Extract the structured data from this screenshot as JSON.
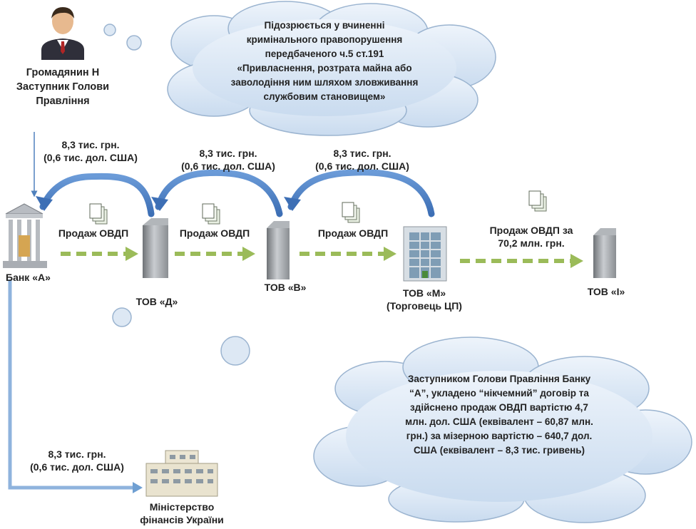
{
  "person": {
    "label_line1": "Громадянин  Н",
    "label_line2": "Заступник Голови",
    "label_line3": "Правління"
  },
  "cloud_top": {
    "line1": "Підозрюється у вчиненні",
    "line2": "кримінального правопорушення",
    "line3": "передбаченого ч.5 ст.191",
    "line4": "«Привласнення, розтрата майна або",
    "line5": "заволодіння ним шляхом зловживання",
    "line6": "службовим становищем»"
  },
  "cloud_bottom": {
    "line1": "Заступником Голови Правління Банку",
    "line2": "“А”, укладено “нікчемний” договір та",
    "line3": "здійснено продаж ОВДП вартістю 4,7",
    "line4": "млн. дол. США (еквівалент – 60,87 млн.",
    "line5": "грн.) за мізерною вартістю – 640,7 дол.",
    "line6": "США (еквівалент – 8,3 тис. гривень)"
  },
  "payments": {
    "p1_line1": "8,3 тис. грн.",
    "p1_line2": "(0,6 тис. дол. США)",
    "p2_line1": "8,3 тис. грн.",
    "p2_line2": "(0,6 тис. дол. США)",
    "p3_line1": "8,3 тис. грн.",
    "p3_line2": "(0,6 тис. дол. США)",
    "p4_line1": "8,3 тис. грн.",
    "p4_line2": "(0,6 тис. дол. США)"
  },
  "sales": {
    "s1": "Продаж ОВДП",
    "s2": "Продаж ОВДП",
    "s3": "Продаж ОВДП",
    "s4_line1": "Продаж ОВДП за",
    "s4_line2": "70,2 млн. грн."
  },
  "entities": {
    "bank": "Банк «А»",
    "tov_d": "ТОВ  «Д»",
    "tov_v": "ТОВ  «В»",
    "tov_m_line1": "ТОВ «М»",
    "tov_m_line2": "(Торговець ЦП)",
    "tov_i": "ТОВ «І»",
    "ministry_line1": "Міністерство",
    "ministry_line2": "фінансів України"
  },
  "colors": {
    "cloud_fill": "#d9e6f3",
    "cloud_stroke": "#9bb4d0",
    "payment_arrow": "#4f81bd",
    "sale_arrow": "#9bbb59",
    "building": "#9a9ea2"
  }
}
